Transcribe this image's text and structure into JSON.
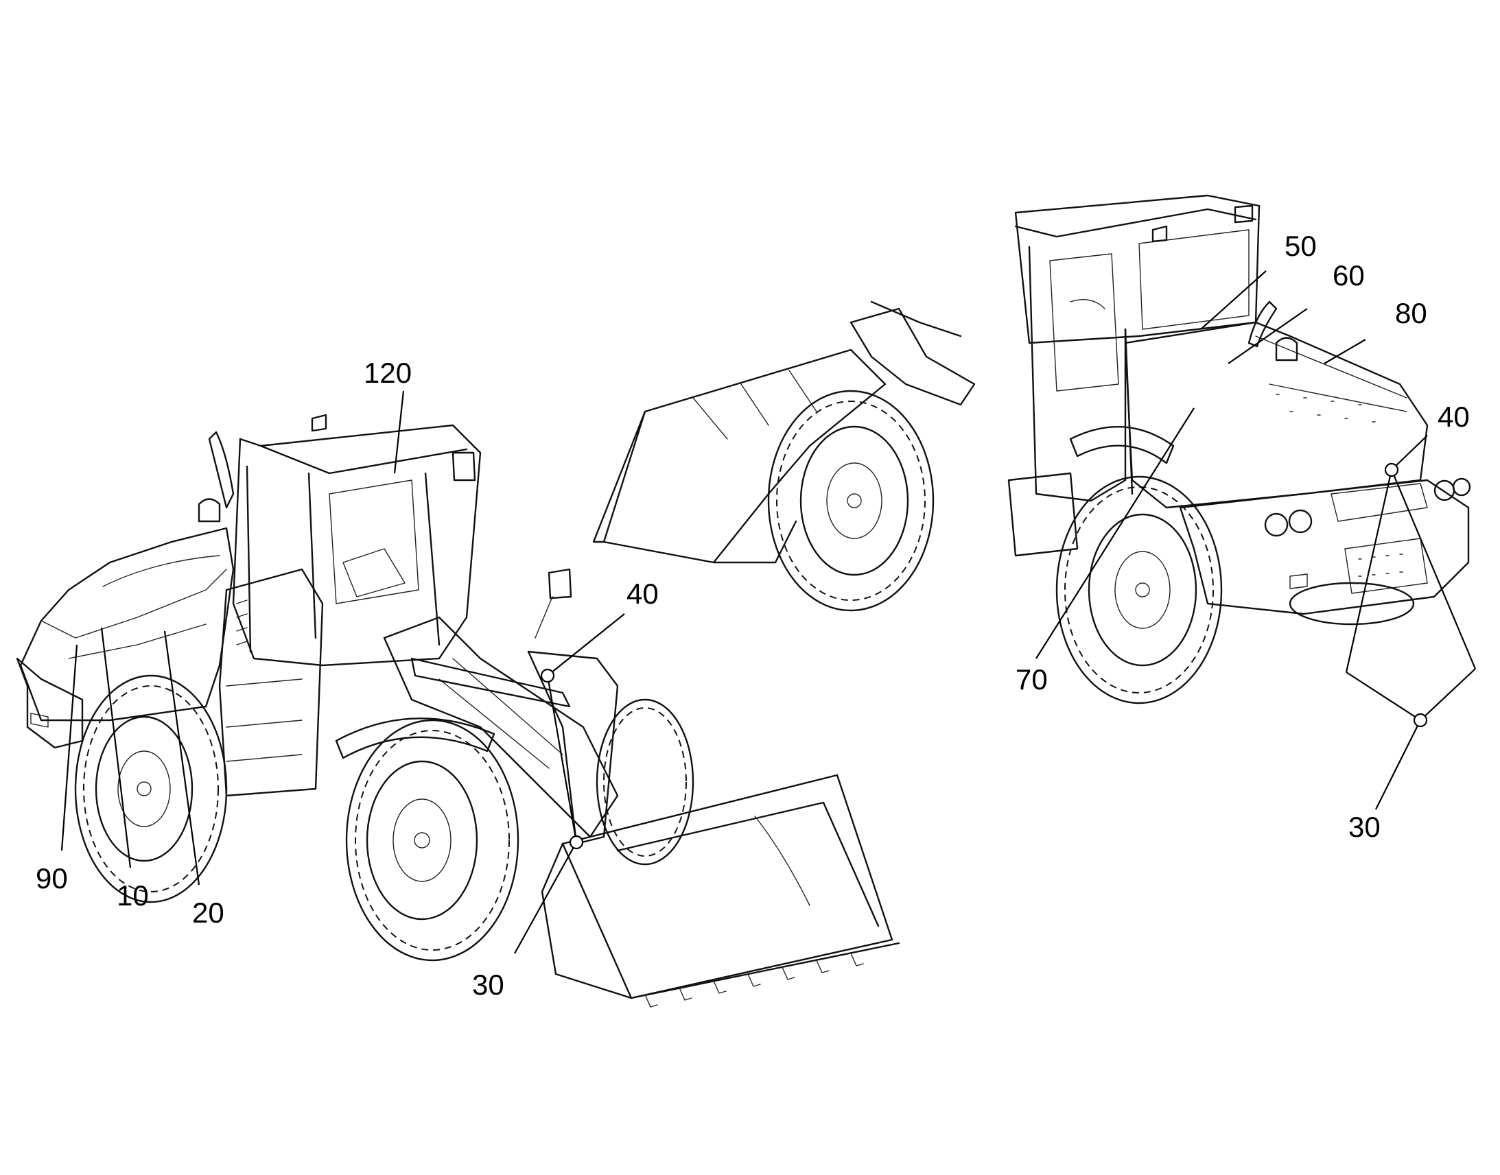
{
  "callouts": {
    "left_view": {
      "c120": "120",
      "c40": "40",
      "c30": "30",
      "c90": "90",
      "c10": "10",
      "c20": "20"
    },
    "right_view": {
      "c50": "50",
      "c60": "60",
      "c80": "80",
      "c40": "40",
      "c70": "70",
      "c30": "30"
    }
  }
}
